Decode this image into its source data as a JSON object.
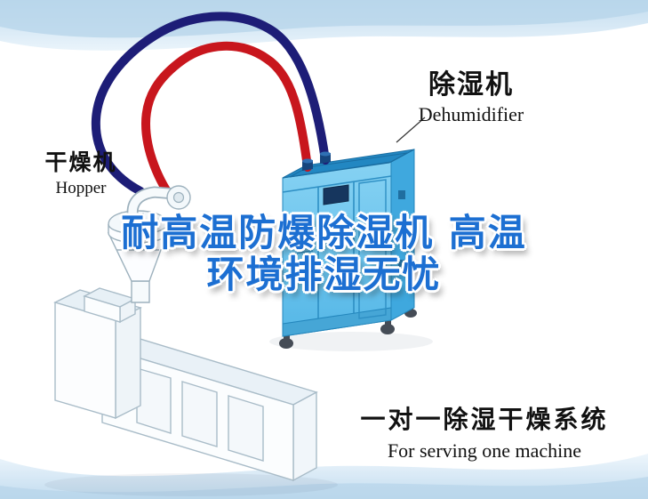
{
  "scene": {
    "dehumidifier_label": {
      "cn": "除湿机",
      "en": "Dehumidifier"
    },
    "hopper_label": {
      "cn": "干燥机",
      "en": "Hopper"
    },
    "title": {
      "line1": "耐高温防爆除湿机 高温",
      "line2": "环境排湿无忧"
    },
    "footer": {
      "cn": "一对一除湿干燥系统",
      "en": "For serving one machine"
    }
  },
  "colors": {
    "title_blue": "#1c6fd2",
    "pipe_red": "#c8161d",
    "pipe_navy": "#1d1d77",
    "dehumidifier_front": "#6cc6ee",
    "dehumidifier_side": "#3fa8de",
    "dehumidifier_top": "#2287c2",
    "machine_line": "#a9bcc8",
    "background_wave": "#d8eaf6"
  }
}
